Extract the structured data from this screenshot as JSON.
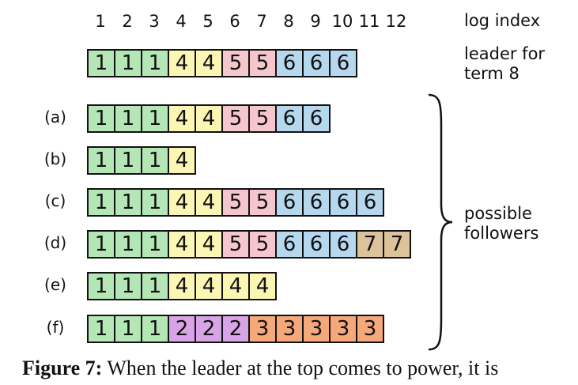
{
  "log_indexes": [
    "1",
    "2",
    "3",
    "4",
    "5",
    "6",
    "7",
    "8",
    "9",
    "10",
    "11",
    "12"
  ],
  "log_index_label": "log index",
  "leader_label": "leader for term 8",
  "leader_label_line1": "leader for",
  "leader_label_line2": "term 8",
  "followers_label_line1": "possible",
  "followers_label_line2": "followers",
  "term_colors": {
    "1": "#b5e6b5",
    "2": "#d9a4e6",
    "3": "#f5a87a",
    "4": "#fbf6b3",
    "5": "#f6c6ce",
    "6": "#b6d8ee",
    "7": "#dcc39a"
  },
  "leader": {
    "terms": [
      "1",
      "1",
      "1",
      "4",
      "4",
      "5",
      "5",
      "6",
      "6",
      "6"
    ]
  },
  "followers": [
    {
      "label": "(a)",
      "terms": [
        "1",
        "1",
        "1",
        "4",
        "4",
        "5",
        "5",
        "6",
        "6"
      ]
    },
    {
      "label": "(b)",
      "terms": [
        "1",
        "1",
        "1",
        "4"
      ]
    },
    {
      "label": "(c)",
      "terms": [
        "1",
        "1",
        "1",
        "4",
        "4",
        "5",
        "5",
        "6",
        "6",
        "6",
        "6"
      ]
    },
    {
      "label": "(d)",
      "terms": [
        "1",
        "1",
        "1",
        "4",
        "4",
        "5",
        "5",
        "6",
        "6",
        "6",
        "7",
        "7"
      ]
    },
    {
      "label": "(e)",
      "terms": [
        "1",
        "1",
        "1",
        "4",
        "4",
        "4",
        "4"
      ]
    },
    {
      "label": "(f)",
      "terms": [
        "1",
        "1",
        "1",
        "2",
        "2",
        "2",
        "3",
        "3",
        "3",
        "3",
        "3"
      ]
    }
  ],
  "caption": {
    "prefix": "Figure 7:",
    "text": " When the leader at the top comes to power, it is"
  }
}
